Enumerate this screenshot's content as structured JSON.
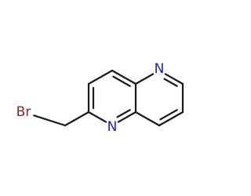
{
  "colors": {
    "bond": "#1a1a1a",
    "nitrogen": "#1b1bd6",
    "bromine": "#8b2a1a",
    "background": "#ffffff"
  },
  "atoms": {
    "n1_label": "N",
    "n5_label": "N",
    "br_label": "Br"
  }
}
